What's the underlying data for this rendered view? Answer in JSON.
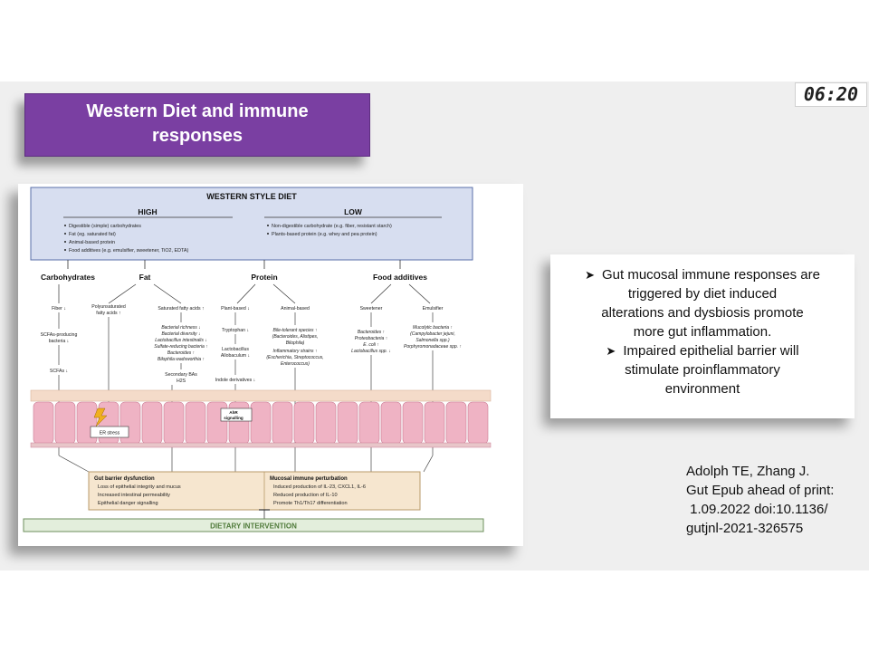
{
  "timer": "06:20",
  "title": {
    "line1": "Western Diet and immune",
    "line2": "responses"
  },
  "figure": {
    "header": "WESTERN STYLE DIET",
    "high": "HIGH",
    "low": "LOW",
    "high_items": [
      "Digestible (simple) carbohydrates",
      "Fat (eg. saturated fat)",
      "Animal-based protein",
      "Food additives (e.g. emulsifier, sweetener, TiO2, EDTA)"
    ],
    "low_items": [
      "Non-digestible carbohydrate (e.g. fiber, resistant starch)",
      "Plants-based protein (e.g. whey and pea protein)"
    ],
    "categories": [
      "Carbohydrates",
      "Fat",
      "Protein",
      "Food additives"
    ],
    "sub": {
      "fiber": "Fiber ↓",
      "scfa_bact_1": "SCFAs-producing",
      "scfa_bact_2": "bacteria ↓",
      "scfas": "SCFAs ↓",
      "pufa_1": "Polyunsaturated",
      "pufa_2": "fatty acids ↑",
      "sfa": "Saturated fatty acids ↑",
      "fat_effects": [
        "Bacterial richness ↓",
        "Bacterial diversity ↓",
        "Lactobacillus intestinalis ↓",
        "Sulfate-reducing bacteria ↑",
        "Bacteroides ↑",
        "Bilophila wadsworthia ↑"
      ],
      "sec_bas": "Secondary BAs",
      "h2s": "H2S",
      "plant": "Plant-based ↓",
      "tryptophan": "Tryptophan ↓",
      "lacto_1": "Lactobacillus",
      "lacto_2": "Allobaculum ↓",
      "indole": "Indole derivatives ↓",
      "ahr_1": "AhR",
      "ahr_2": "signalling",
      "animal": "Animal-based",
      "bile": [
        "Bile-tolerant species ↑",
        "(Bacteroides, Alistipes,",
        "Bilophila)",
        "Inflammatory strains ↑",
        "(Escherichia, Streptococcus,",
        "Enterococcus)"
      ],
      "sweetener": "Sweetener",
      "emulsifier": "Emulsifier",
      "sweet_effects": [
        "Bacteroides ↑",
        "Proteobacteria ↑",
        "E. coli ↑",
        "Lactobacillus spp. ↓"
      ],
      "emul_effects": [
        "Mucolytic bacteria ↑",
        "(Campylobacter jejuni,",
        "Salmonella spp.)",
        "Porphyromonadaceae spp. ↑"
      ],
      "er_stress": "ER stress"
    },
    "barrier": {
      "title": "Gut barrier dysfunction",
      "items": [
        "Loss of epithelial integrity and mucus",
        "Increased intestinal permeability",
        "Epithelial danger signalling"
      ]
    },
    "mucosal": {
      "title": "Mucosal immune perturbation",
      "items": [
        "Induced production of IL-23, CXCL1, IL-6",
        "Reduced production of IL-10",
        "Promote Th1/Th17 differentiation"
      ]
    },
    "intervention": "DIETARY INTERVENTION",
    "colors": {
      "header_box": "#d7def0",
      "header_border": "#5a6fa8",
      "bottom_box": "#f6e6cf",
      "bottom_border": "#b89a6a",
      "intervention_box": "#e3eedc",
      "intervention_border": "#6e8f5c",
      "intervention_text": "#4f7a3a",
      "up_arrow": "#d8322a",
      "down_arrow": "#2f58b8",
      "villi": "#efb3c4",
      "villi_border": "#c97a92"
    }
  },
  "bullets": [
    {
      "lines": [
        "Gut mucosal immune responses are",
        "triggered by diet induced",
        "alterations and dysbiosis promote",
        "more gut inflammation."
      ]
    },
    {
      "lines": [
        "Impaired epithelial barrier will",
        "stimulate proinflammatory",
        "environment"
      ]
    }
  ],
  "citation": [
    "Adolph TE, Zhang J.",
    "Gut Epub ahead of print:",
    " 1.09.2022 doi:10.1136/",
    "gutjnl-2021-326575"
  ]
}
